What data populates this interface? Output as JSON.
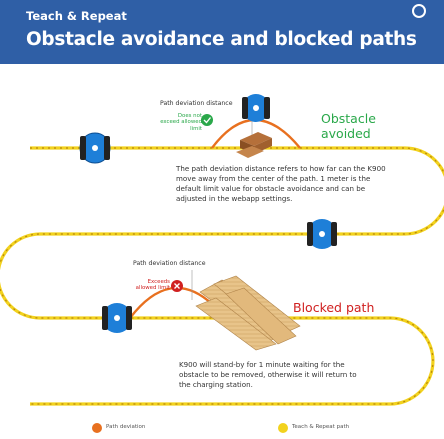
{
  "header": {
    "subtitle": "Teach & Repeat",
    "title": "Obstacle avoidance and blocked paths",
    "icon": "circle-icon"
  },
  "avoided": {
    "deviation_label": "Path deviation distance",
    "limit_note": "Does not exceed allowed limit",
    "status_icon": "check-icon",
    "heading": "Obstacle avoided",
    "description": "The path deviation distance refers to how far can the K900 move away from the center of the path. 1 meter is the default limit value for obstacle avoidance and can be adjusted in the webapp settings."
  },
  "blocked": {
    "deviation_label": "Path deviation distance",
    "limit_note": "Exceeds allowed limit",
    "status_icon": "cross-icon",
    "heading": "Blocked path",
    "description": "K900 will stand-by for 1 minute waiting for the obstacle to be removed, otherwise it will return to the charging station."
  },
  "legend": {
    "deviation": "Path deviation",
    "path": "Teach & Repeat path"
  },
  "colors": {
    "header_bg": "#2f5fa6",
    "path": "#f2d21e",
    "deviation": "#e8701f",
    "success": "#2aa84a",
    "error": "#d02020",
    "robot": "#1e7fd8"
  }
}
